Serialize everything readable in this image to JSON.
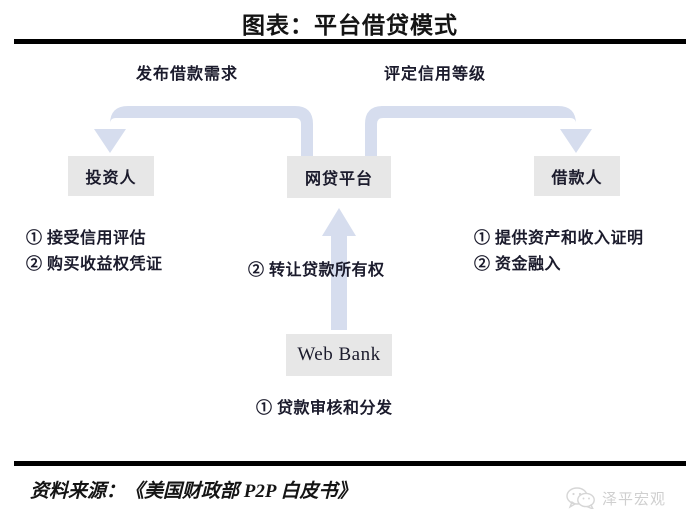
{
  "figure": {
    "title": "图表：平台借贷模式",
    "source": "资料来源：《美国财政部 P2P 白皮书》"
  },
  "flow_labels": {
    "publish": "发布借款需求",
    "rating": "评定信用等级"
  },
  "nodes": {
    "investor": "投资人",
    "platform": "网贷平台",
    "borrower": "借款人",
    "webbank": "Web Bank"
  },
  "investor_steps": [
    "① 接受信用评估",
    "② 购买收益权凭证"
  ],
  "borrower_steps": [
    "① 提供资产和收入证明",
    "② 资金融入"
  ],
  "notes": {
    "transfer": "② 转让贷款所有权",
    "loan": "① 贷款审核和分发"
  },
  "watermark": {
    "name": "泽平宏观",
    "icon": "wechat-icon"
  },
  "colors": {
    "arrow_fill": "#d6ddee",
    "box_fill": "#e7e7e7",
    "rule": "#000000",
    "text": "#1b1b2c"
  }
}
